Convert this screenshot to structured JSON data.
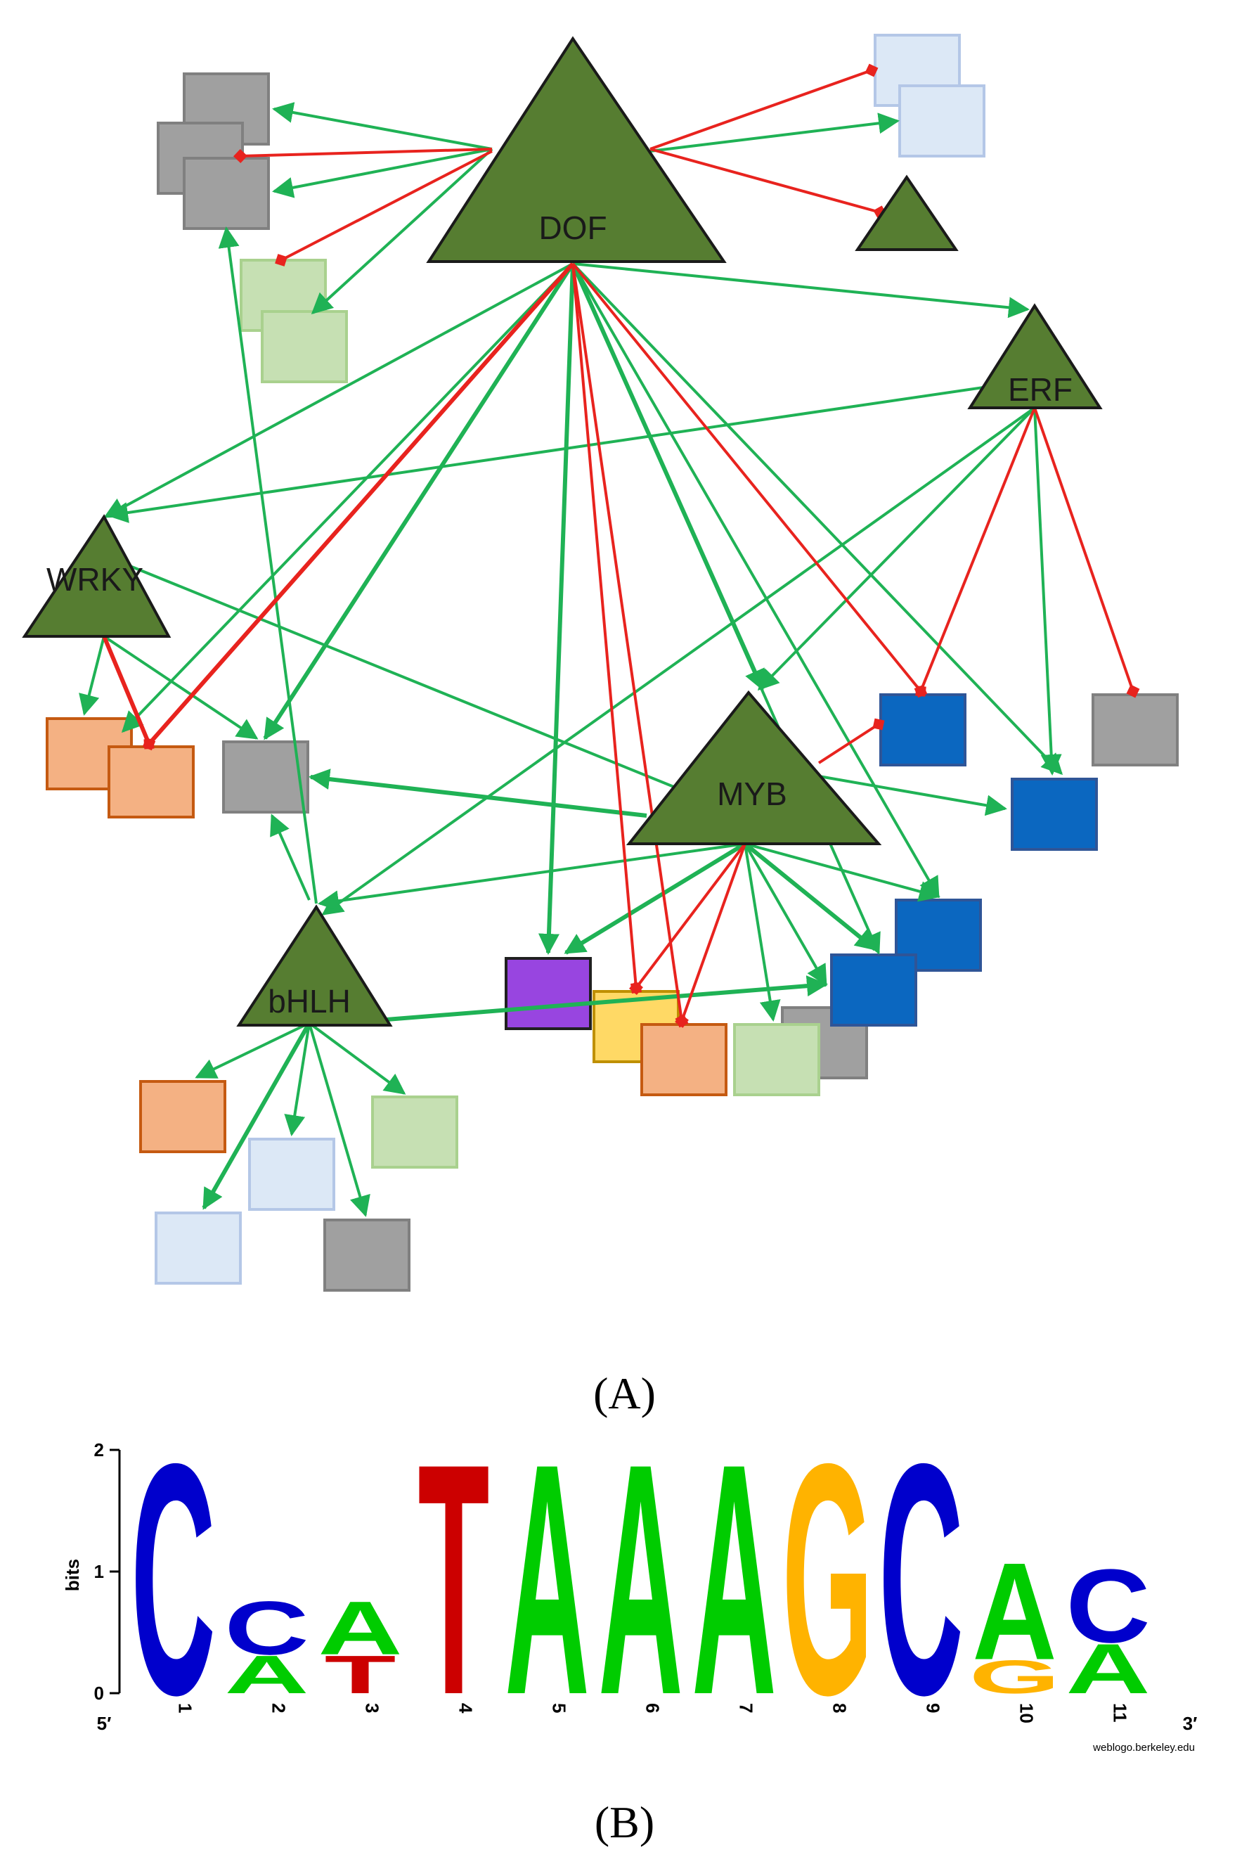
{
  "panel_a": {
    "label": "(A)",
    "tf_nodes": [
      "DOF",
      "ERF",
      "WRKY",
      "MYB",
      "bHLH"
    ],
    "colors": {
      "activation_edge": "#1fb255",
      "repression_edge": "#e8231e",
      "tf_fill": "#567d31",
      "gray": "#a0a0a0",
      "light_blue": "#dce8f6",
      "light_green": "#c6e0b3",
      "orange": "#f4b183",
      "dark_blue": "#0b67c0",
      "purple": "#9845e0",
      "yellow": "#ffd965"
    }
  },
  "panel_b": {
    "label": "(B)",
    "y_axis_label": "bits",
    "y_ticks": [
      "0",
      "1",
      "2"
    ],
    "x_start_label": "5′",
    "x_end_label": "3′",
    "source": "weblogo.berkeley.edu",
    "positions": [
      {
        "pos": "1",
        "letters": [
          {
            "base": "C",
            "bits": 1.95
          }
        ]
      },
      {
        "pos": "2",
        "letters": [
          {
            "base": "A",
            "bits": 0.32
          },
          {
            "base": "C",
            "bits": 0.45
          }
        ]
      },
      {
        "pos": "3",
        "letters": [
          {
            "base": "T",
            "bits": 0.32
          },
          {
            "base": "A",
            "bits": 0.45
          }
        ]
      },
      {
        "pos": "4",
        "letters": [
          {
            "base": "T",
            "bits": 1.95
          }
        ]
      },
      {
        "pos": "5",
        "letters": [
          {
            "base": "A",
            "bits": 1.95
          }
        ]
      },
      {
        "pos": "6",
        "letters": [
          {
            "base": "A",
            "bits": 1.95
          }
        ]
      },
      {
        "pos": "7",
        "letters": [
          {
            "base": "A",
            "bits": 1.95
          }
        ]
      },
      {
        "pos": "8",
        "letters": [
          {
            "base": "G",
            "bits": 1.95
          }
        ]
      },
      {
        "pos": "9",
        "letters": [
          {
            "base": "C",
            "bits": 1.95
          }
        ]
      },
      {
        "pos": "10",
        "letters": [
          {
            "base": "G",
            "bits": 0.28
          },
          {
            "base": "A",
            "bits": 0.82
          }
        ]
      },
      {
        "pos": "11",
        "letters": [
          {
            "base": "A",
            "bits": 0.42
          },
          {
            "base": "C",
            "bits": 0.62
          }
        ]
      }
    ],
    "base_colors": {
      "A": "#00cc00",
      "C": "#0000cc",
      "G": "#ffb300",
      "T": "#cc0000"
    }
  }
}
